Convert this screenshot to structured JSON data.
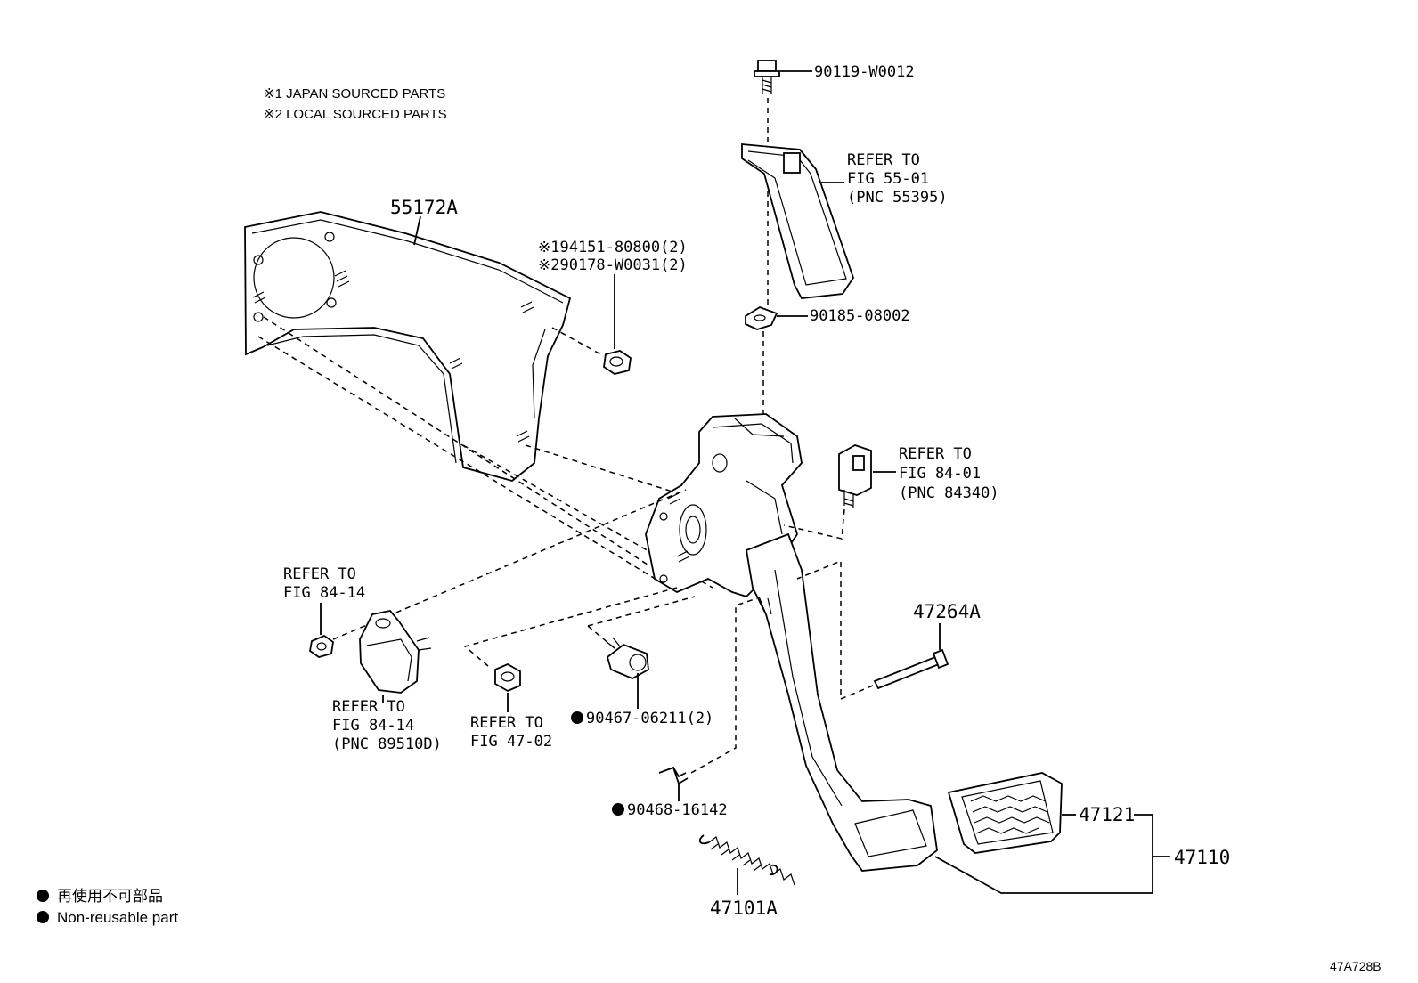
{
  "notes": {
    "line1": "※1 JAPAN SOURCED PARTS",
    "line2": "※2 LOCAL SOURCED PARTS"
  },
  "parts": {
    "bolt_top": "90119-W0012",
    "bracket_ref_1": "REFER TO",
    "bracket_ref_2": "FIG 55-01",
    "bracket_ref_3": "(PNC 55395)",
    "washer": "90185-08002",
    "support": "55172A",
    "nut_1": "※194151-80800(2)",
    "nut_2": "※290178-W0031(2)",
    "switch_ref_1": "REFER TO",
    "switch_ref_2": "FIG 84-01",
    "switch_ref_3": "(PNC 84340)",
    "nut_left_ref_1": "REFER TO",
    "nut_left_ref_2": "FIG 84-14",
    "sensor_ref_1": "REFER TO",
    "sensor_ref_2": "FIG 84-14",
    "sensor_ref_3": "(PNC 89510D)",
    "nut_mid_ref_1": "REFER TO",
    "nut_mid_ref_2": "FIG 47-02",
    "bushing": "90467-06211(2)",
    "clip": "90468-16142",
    "pin": "47264A",
    "spring": "47101A",
    "pad": "47121",
    "pedal": "47110"
  },
  "legend": {
    "line_jp": "再使用不可部品",
    "line_en": "Non-reusable part"
  },
  "figure_code": "47A728B"
}
